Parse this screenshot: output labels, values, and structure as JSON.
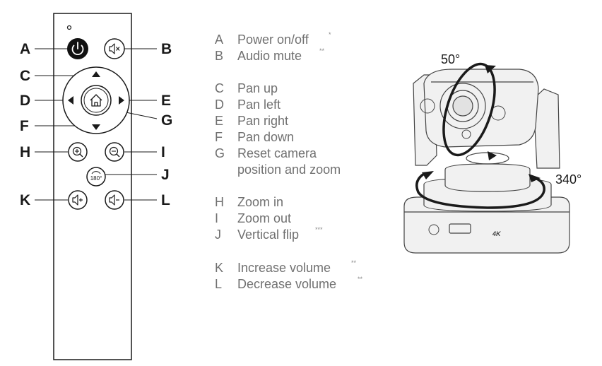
{
  "remote": {
    "callouts": {
      "A": "A",
      "B": "B",
      "C": "C",
      "D": "D",
      "E": "E",
      "F": "F",
      "G": "G",
      "H": "H",
      "I": "I",
      "J": "J",
      "K": "K",
      "L": "L"
    },
    "flip_button_text": "180°"
  },
  "legend": {
    "groups": [
      {
        "items": [
          {
            "key": "A",
            "label": "Power on/off",
            "note": "*"
          },
          {
            "key": "B",
            "label": "Audio mute",
            "note": "**"
          }
        ]
      },
      {
        "items": [
          {
            "key": "C",
            "label": "Pan up",
            "note": ""
          },
          {
            "key": "D",
            "label": "Pan left",
            "note": ""
          },
          {
            "key": "E",
            "label": "Pan right",
            "note": ""
          },
          {
            "key": "F",
            "label": "Pan down",
            "note": ""
          },
          {
            "key": "G",
            "label": "Reset camera",
            "note": ""
          },
          {
            "key": "",
            "label": "position and zoom",
            "note": ""
          }
        ]
      },
      {
        "items": [
          {
            "key": "H",
            "label": "Zoom in",
            "note": ""
          },
          {
            "key": "I",
            "label": "Zoom out",
            "note": ""
          },
          {
            "key": "J",
            "label": "Vertical flip",
            "note": "***"
          }
        ]
      },
      {
        "items": [
          {
            "key": "K",
            "label": "Increase volume",
            "note": "**"
          },
          {
            "key": "L",
            "label": "Decrease volume",
            "note": "**"
          }
        ]
      }
    ]
  },
  "camera": {
    "tilt_angle": "50°",
    "pan_angle": "340°",
    "badge": "4K"
  },
  "colors": {
    "ink": "#1a1a1a",
    "legend_text": "#707070",
    "power_button": "#111111"
  }
}
